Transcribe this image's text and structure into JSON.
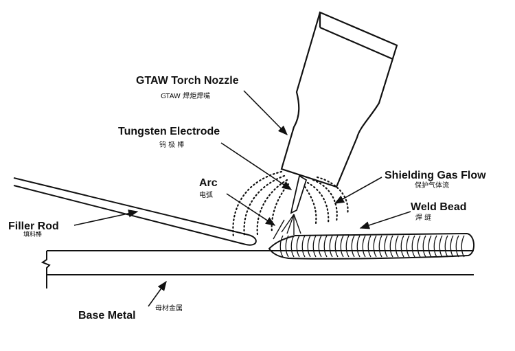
{
  "labels": {
    "nozzle": {
      "en": "GTAW Torch Nozzle",
      "zh": "GTAW 焊炬焊嘴"
    },
    "electrode": {
      "en": "Tungsten Electrode",
      "zh": "钨 极 棒"
    },
    "arc": {
      "en": "Arc",
      "zh": "电弧"
    },
    "shielding": {
      "en": "Shielding Gas Flow",
      "zh": "保护气体流"
    },
    "weld_bead": {
      "en": "Weld Bead",
      "zh": "焊 缝"
    },
    "filler": {
      "en": "Filler Rod",
      "zh": "填料棒"
    },
    "base": {
      "en": "Base Metal",
      "zh": "母材金属"
    }
  }
}
